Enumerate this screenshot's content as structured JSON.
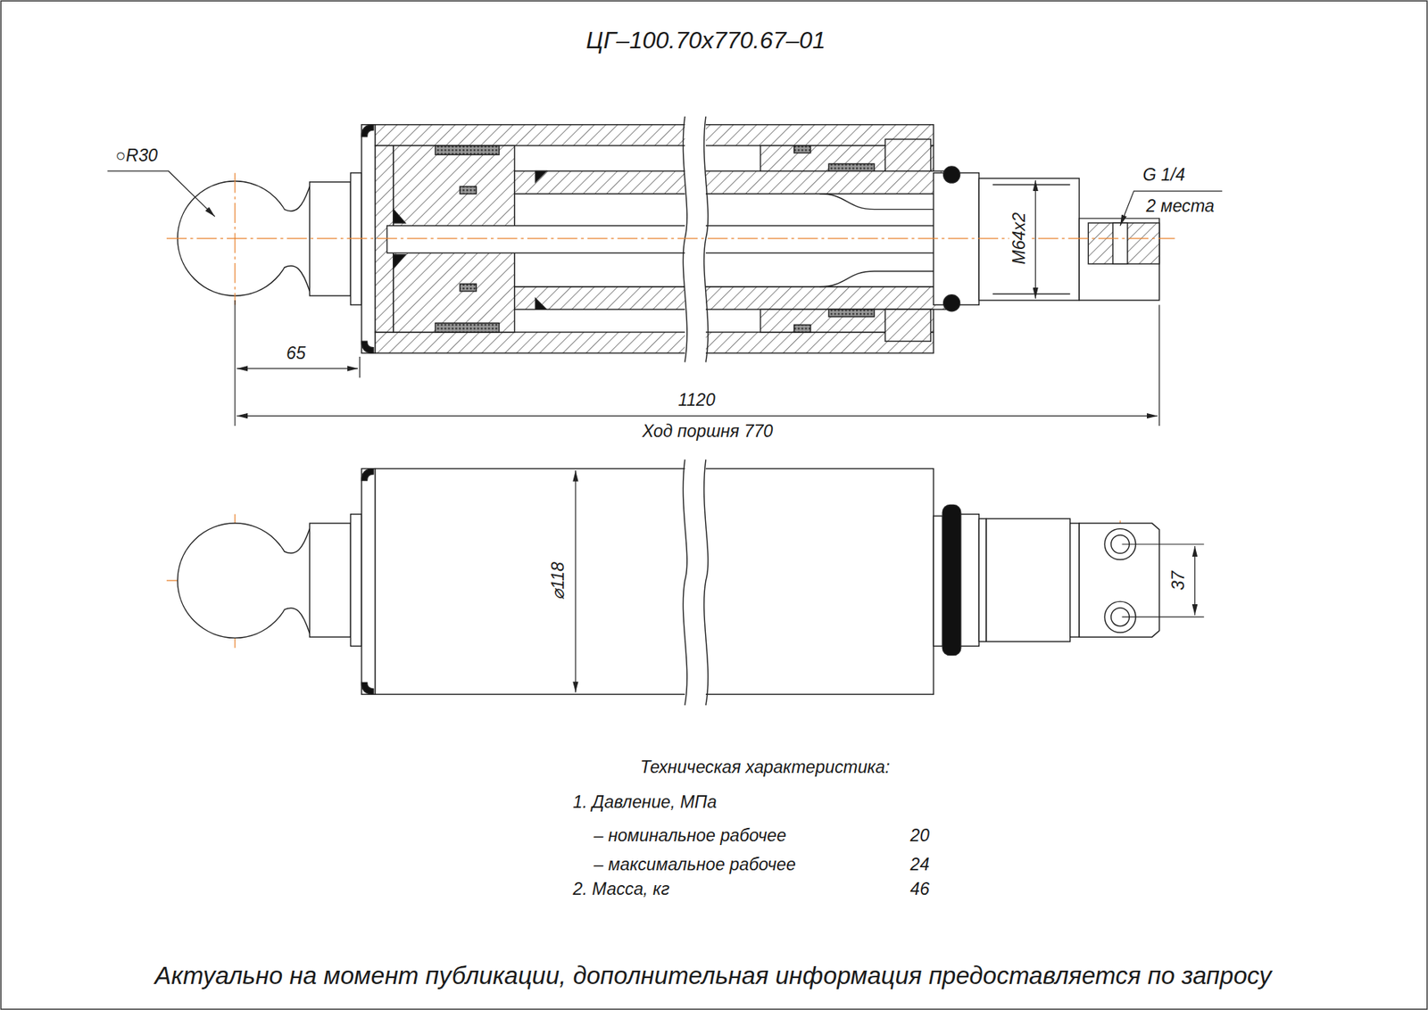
{
  "diagram": {
    "title": "ЦГ–100.70х770.67–01",
    "caption": "Актуально на момент публикации, дополнительная информация предоставляется по запросу",
    "labels": [
      "○R30",
      "65",
      "1120",
      "Ход поршня 770",
      "M64x2",
      "G 1/4",
      "2 места",
      "⌀118",
      "37",
      "Техническая характеристика:",
      "1. Давление, МПа",
      "– номинальное рабочее",
      "20",
      "– максимальное рабочее",
      "24",
      "2. Масса, кг",
      "46"
    ]
  }
}
